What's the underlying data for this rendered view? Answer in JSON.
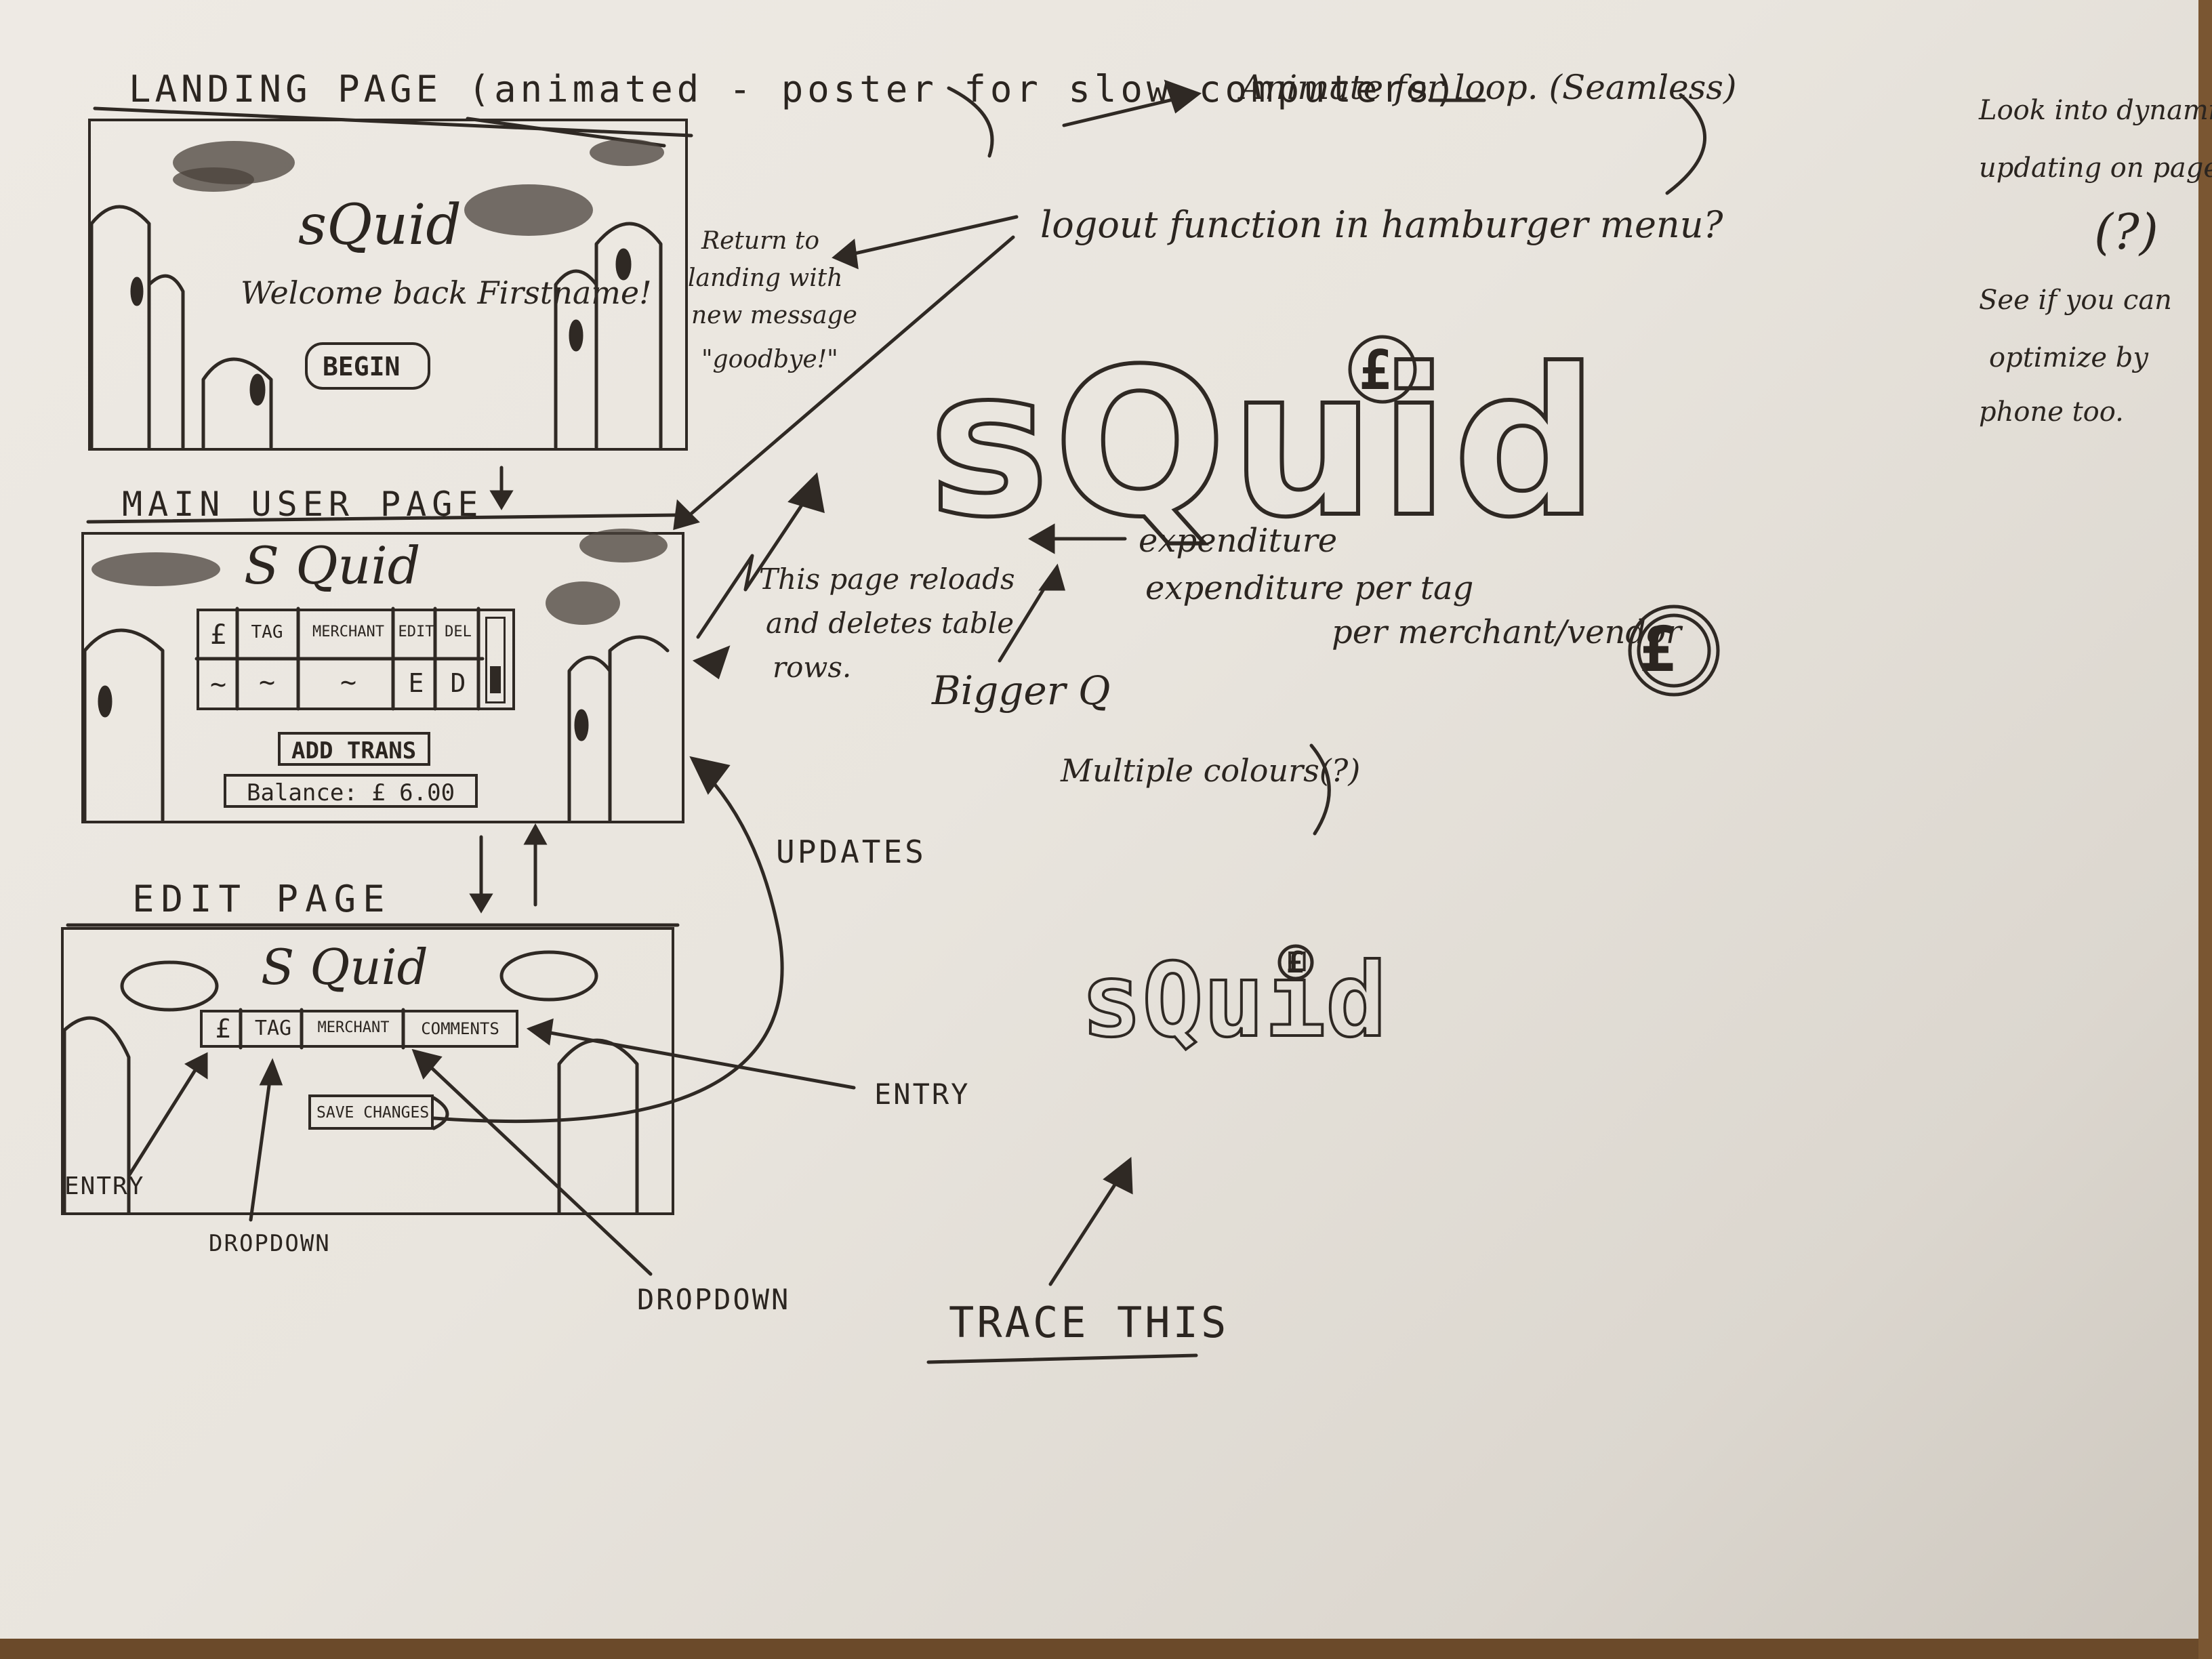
{
  "landing": {
    "heading": "LANDING PAGE (animated - poster for slow computers)",
    "app_name": "sQuid",
    "welcome": "Welcome back Firstname!",
    "begin_button": "BEGIN"
  },
  "animate_note": "Animate for loop. (Seamless)",
  "right_note": {
    "line1": "Look into dynamic",
    "line2": "updating on pages",
    "question": "(?)",
    "line3": "See if you can",
    "line4": "optimize by",
    "line5": "phone too."
  },
  "return_note": [
    "Return to",
    "landing with",
    "new message",
    "\"goodbye!\""
  ],
  "logout_note": "logout function in hamburger menu?",
  "logo_big": "sQuid",
  "logo_small": "sQuid",
  "main_user": {
    "heading": "MAIN USER PAGE",
    "app_name": "S Quid",
    "table_headers": [
      "£",
      "TAG",
      "MERCHANT",
      "EDIT",
      "DEL"
    ],
    "table_row": [
      "~",
      "~",
      "~",
      "E",
      "D"
    ],
    "add_button": "ADD TRANS",
    "balance": "Balance: £ 6.00"
  },
  "reload_note": [
    "This page reloads",
    "and deletes table",
    "rows."
  ],
  "expenditure_notes": {
    "line1": "expenditure",
    "line2": "expenditure per tag",
    "line3": "per merchant/vendor"
  },
  "bigger_q": "Bigger Q",
  "multiple_colours": "Multiple colours(?)",
  "updates": "UPDATES",
  "edit_page": {
    "heading": "EDIT PAGE",
    "app_name": "S Quid",
    "fields": [
      "£",
      "TAG",
      "MERCHANT",
      "COMMENTS"
    ],
    "save_button": "SAVE CHANGES"
  },
  "labels": {
    "entry_left": "ENTRY",
    "entry_right": "ENTRY",
    "dropdown_left": "DROPDOWN",
    "dropdown_mid": "DROPDOWN",
    "trace_this": "TRACE THIS"
  },
  "currency_symbol": "£",
  "ink_color": "#2f2924",
  "paper_color": "#eae6df"
}
